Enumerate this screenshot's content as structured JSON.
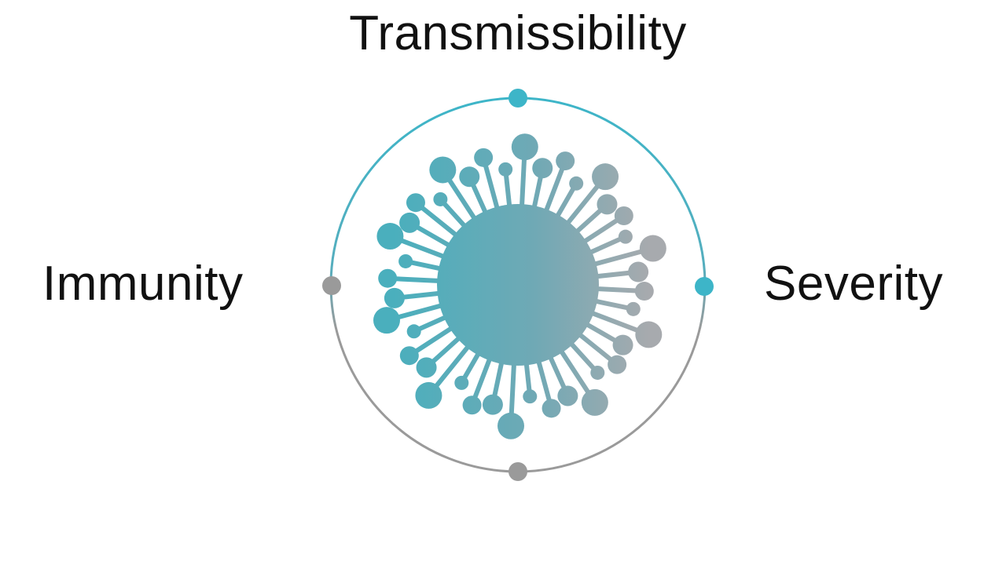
{
  "labels": {
    "top": "Transmissibility",
    "left": "Immunity",
    "right": "Severity"
  },
  "colors": {
    "teal": "#3DB5C8",
    "gray": "#9A9A9A",
    "text": "#111111",
    "virus_teal": "#4BAAB8",
    "virus_gray": "#A3A7AB"
  },
  "icons": {
    "center": "virus-icon"
  }
}
